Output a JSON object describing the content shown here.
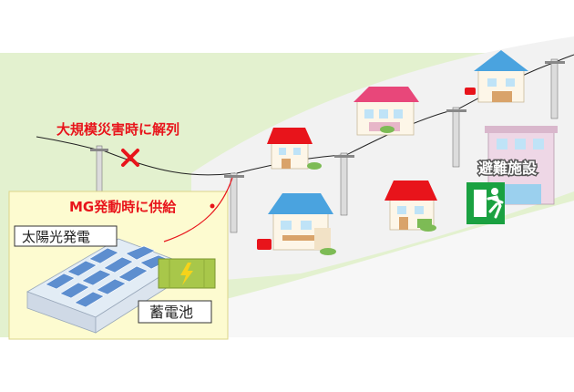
{
  "labels": {
    "disconnect": "大規模災害時に解列",
    "supply": "MG発動時に供給",
    "solar": "太陽光発電",
    "battery": "蓄電池",
    "shelter": "避難施設"
  },
  "colors": {
    "accent_red": "#e8141b",
    "microgrid_bg": "#fdfbd0",
    "ground_green": "#e3f1cf",
    "exit_green": "#1aa141",
    "battery_green": "#a8c74a"
  },
  "icons": [
    "cross-icon",
    "emergency-exit-icon",
    "lightning-icon"
  ]
}
